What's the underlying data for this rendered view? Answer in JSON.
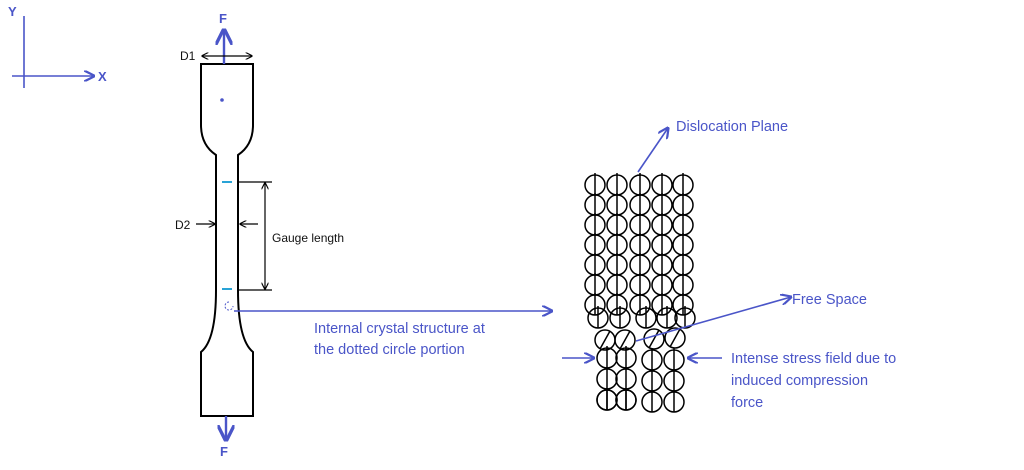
{
  "colors": {
    "accent": "#4a55c8",
    "outline": "#000000",
    "gauge_mark": "#29a3d6"
  },
  "axes": {
    "y_label": "Y",
    "x_label": "X"
  },
  "specimen": {
    "force_top": "F",
    "force_bottom": "F",
    "d1_label": "D1",
    "d2_label": "D2",
    "gauge_label": "Gauge length"
  },
  "callout": {
    "line1": "Internal crystal structure at",
    "line2": "the dotted circle portion"
  },
  "crystal": {
    "dislocation_label": "Dislocation Plane",
    "free_space_label": "Free Space",
    "stress_line1": "Intense stress field due to",
    "stress_line2": "induced compression",
    "stress_line3": "force"
  }
}
